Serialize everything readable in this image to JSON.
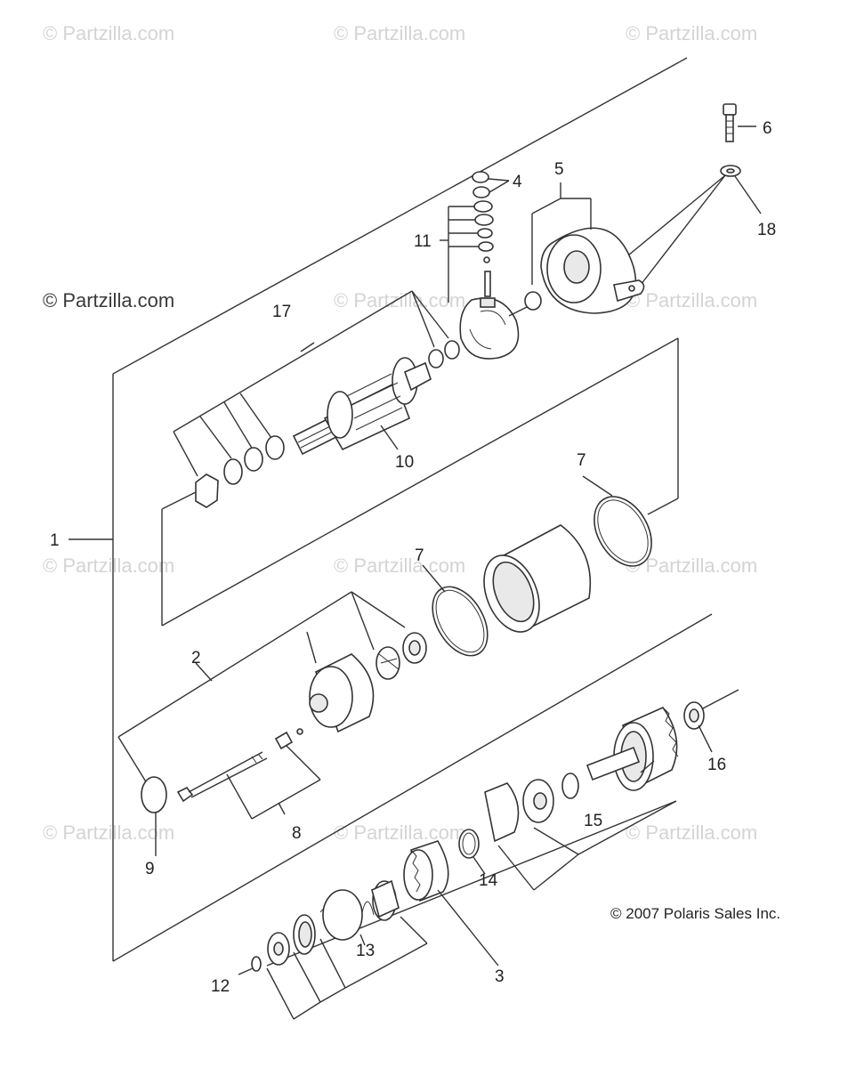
{
  "watermark": {
    "text": "© Partzilla.com"
  },
  "copyright": "© 2007 Polaris Sales Inc.",
  "callouts": {
    "c1": "1",
    "c2": "2",
    "c3": "3",
    "c4": "4",
    "c5": "5",
    "c6": "6",
    "c7a": "7",
    "c7b": "7",
    "c8": "8",
    "c9": "9",
    "c10": "10",
    "c11": "11",
    "c12": "12",
    "c13": "13",
    "c14": "14",
    "c15": "15",
    "c16": "16",
    "c17": "17",
    "c18": "18"
  },
  "colors": {
    "line": "#333333",
    "watermark": "#d4d4d4",
    "text": "#222222"
  }
}
